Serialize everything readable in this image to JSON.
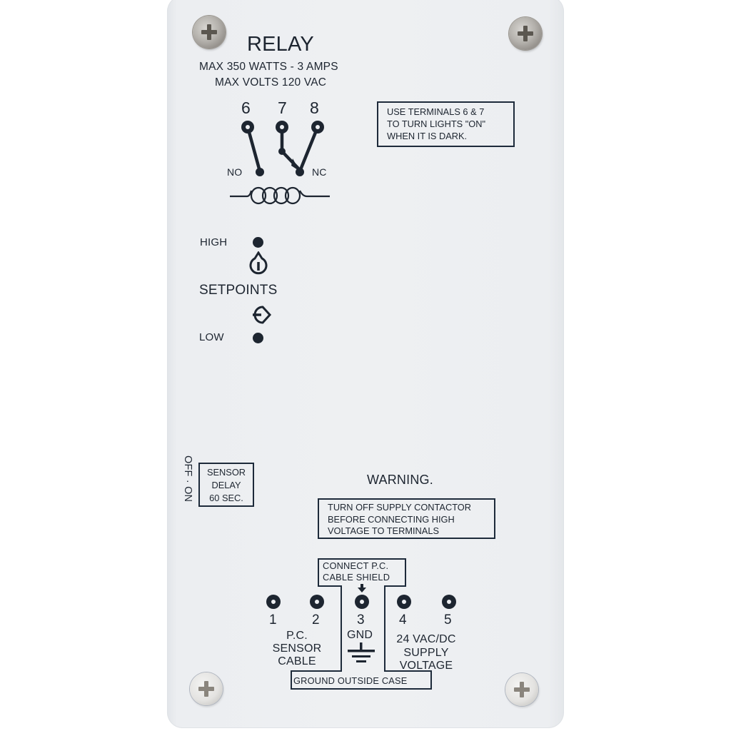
{
  "panel": {
    "title": "RELAY",
    "rating_line1": "MAX  350 WATTS - 3 AMPS",
    "rating_line2": "MAX  VOLTS 120 VAC",
    "relay_terminals": [
      "6",
      "7",
      "8"
    ],
    "contact_labels": {
      "no": "NO",
      "nc": "NC"
    },
    "note_box": {
      "lines": [
        "USE TERMINALS 6 & 7",
        "TO TURN LIGHTS \"ON\"",
        "WHEN IT IS DARK."
      ]
    },
    "setpoints": {
      "high": "HIGH",
      "label": "SETPOINTS",
      "low": "LOW",
      "increase_icon": "up-arrow-knob-icon",
      "decrease_icon": "right-arrow-knob-icon"
    },
    "sensor_delay": {
      "switch_label": "OFF · ON",
      "lines": [
        "SENSOR",
        "DELAY",
        "60 SEC."
      ]
    },
    "warning": {
      "title": "WARNING.",
      "lines": [
        "TURN OFF SUPPLY CONTACTOR",
        "BEFORE CONNECTING HIGH",
        "VOLTAGE TO TERMINALS"
      ]
    },
    "shield_box": {
      "lines": [
        "CONNECT P.C.",
        "CABLE SHIELD"
      ]
    },
    "bottom_terminals": [
      "1",
      "2",
      "3",
      "4",
      "5"
    ],
    "pc_sensor_cable": [
      "P.C.",
      "SENSOR",
      "CABLE"
    ],
    "gnd_label": "GND",
    "supply": [
      "24 VAC/DC",
      "SUPPLY",
      "VOLTAGE"
    ],
    "ground_outside_case": "GROUND OUTSIDE CASE",
    "icons": [
      "screw-icon",
      "relay-contact-diagram-icon",
      "coil-icon",
      "ground-symbol-icon",
      "arrow-down-icon"
    ],
    "colors": {
      "panel": "#eceef1",
      "ink": "#1d2530",
      "box_border": "#1d2a3a"
    }
  }
}
